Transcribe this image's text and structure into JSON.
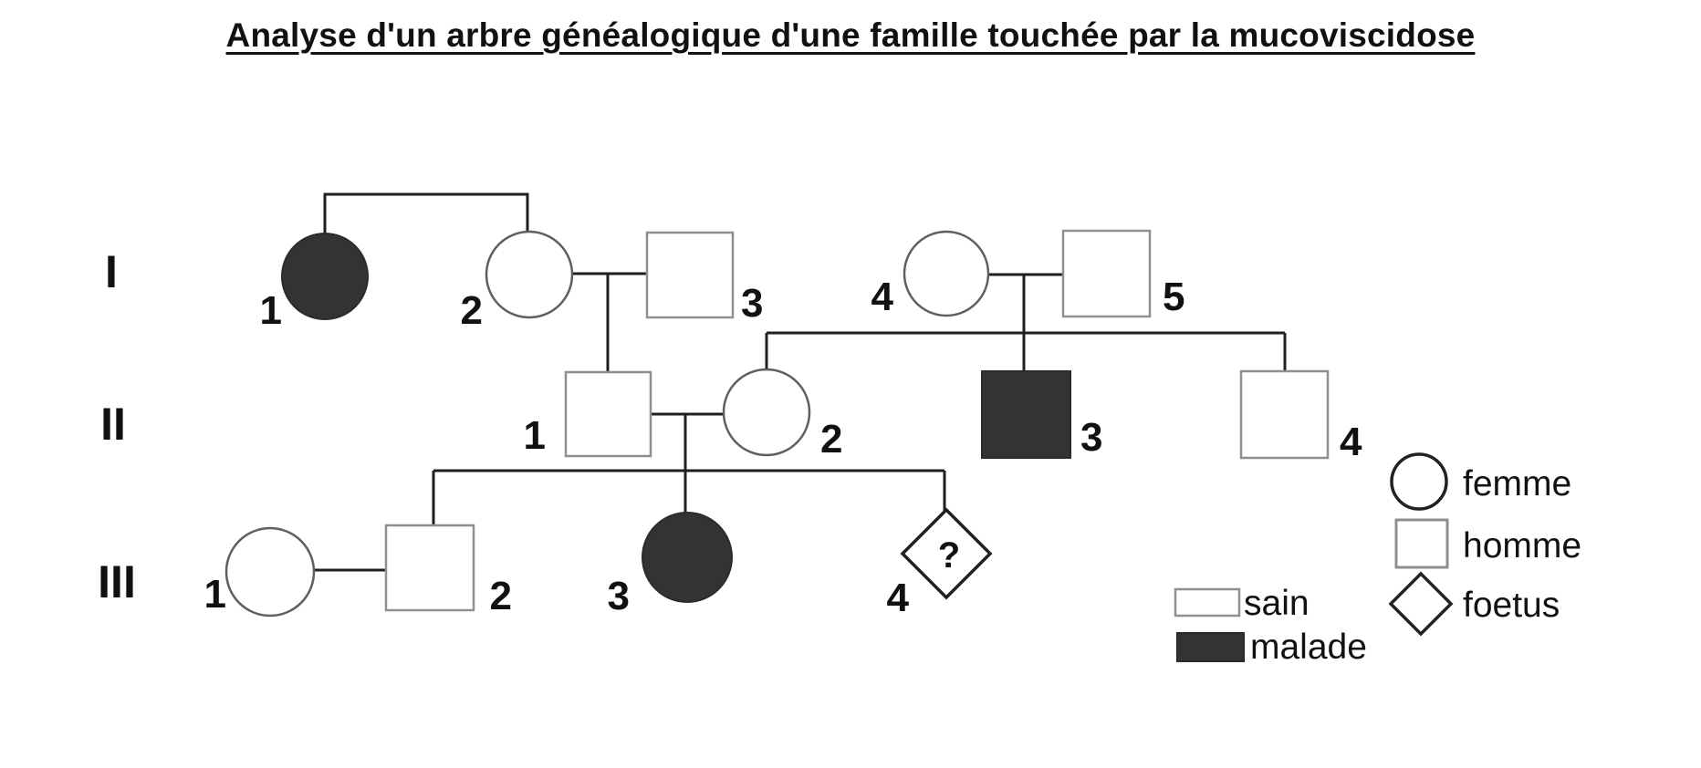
{
  "title": "Analyse d'un arbre généalogique d'une famille touchée par la mucoviscidose",
  "generation_labels": [
    "I",
    "II",
    "III"
  ],
  "individuals": [
    {
      "id": "I-1",
      "generation": "I",
      "number": "1",
      "sex": "femme",
      "status": "malade"
    },
    {
      "id": "I-2",
      "generation": "I",
      "number": "2",
      "sex": "femme",
      "status": "sain"
    },
    {
      "id": "I-3",
      "generation": "I",
      "number": "3",
      "sex": "homme",
      "status": "sain"
    },
    {
      "id": "I-4",
      "generation": "I",
      "number": "4",
      "sex": "femme",
      "status": "sain"
    },
    {
      "id": "I-5",
      "generation": "I",
      "number": "5",
      "sex": "homme",
      "status": "sain"
    },
    {
      "id": "II-1",
      "generation": "II",
      "number": "1",
      "sex": "homme",
      "status": "sain"
    },
    {
      "id": "II-2",
      "generation": "II",
      "number": "2",
      "sex": "femme",
      "status": "sain"
    },
    {
      "id": "II-3",
      "generation": "II",
      "number": "3",
      "sex": "homme",
      "status": "malade"
    },
    {
      "id": "II-4",
      "generation": "II",
      "number": "4",
      "sex": "homme",
      "status": "sain"
    },
    {
      "id": "III-1",
      "generation": "III",
      "number": "1",
      "sex": "femme",
      "status": "sain"
    },
    {
      "id": "III-2",
      "generation": "III",
      "number": "2",
      "sex": "homme",
      "status": "sain"
    },
    {
      "id": "III-3",
      "generation": "III",
      "number": "3",
      "sex": "femme",
      "status": "malade"
    },
    {
      "id": "III-4",
      "generation": "III",
      "number": "4",
      "sex": "foetus",
      "status": "?"
    }
  ],
  "foetus_mark": "?",
  "legend": {
    "femme": "femme",
    "homme": "homme",
    "foetus": "foetus",
    "sain": "sain",
    "malade": "malade"
  },
  "colors": {
    "affected_fill": "#333333",
    "line": "#1f1f1f",
    "square_outline": "#8f8f8f",
    "circle_outline": "#5f5f5f",
    "background": "#ffffff"
  }
}
